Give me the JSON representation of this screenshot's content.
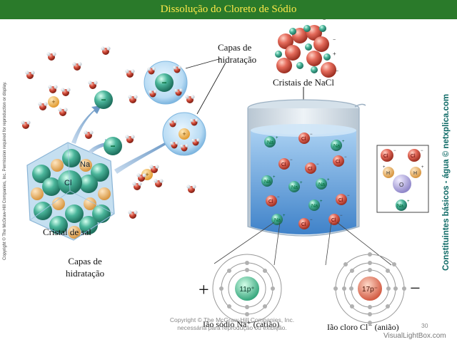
{
  "title": "Dissolução do Cloreto de Sódio",
  "labels": {
    "hydration_top_line1": "Capas de",
    "hydration_top_line2": "hidratação",
    "hydration_bottom_line1": "Capas de",
    "hydration_bottom_line2": "hidratação",
    "nacl_crystals": "Cristais de NaCl",
    "salt_crystal": "Cristal de sal",
    "sodium_ion": "Ião sódio Na⁺ (catião)",
    "chloride_ion": "Ião cloro Cl⁻ (anião)",
    "crystal_na": "Na",
    "crystal_cl": "Cl",
    "sodium_nucleus": "11p⁺",
    "chloride_nucleus": "17p⁻",
    "plus_sign": "+",
    "minus_sign": "−"
  },
  "ions": {
    "na": "Na",
    "cl": "Cl",
    "plus": "+",
    "minus": "−",
    "h": "H",
    "o": "O"
  },
  "copyright_vertical": "Copyright © The McGraw-Hill Companies, Inc. Permission required for reproduction or display.",
  "right_vertical": "Constituintes básicos - água © netxplica.com",
  "footer": {
    "copyright_line1": "Copyright © The McGraw-Hill Companies, Inc.",
    "copyright_line2": "necessária para reprodução ou exibição.",
    "page_number": "30",
    "watermark": "VisualLightBox.com"
  },
  "colors": {
    "title_bg": "#2a7a2a",
    "title_text": "#ffe94a",
    "sodium": "#3aa88c",
    "chloride": "#d9574a",
    "water_oxygen": "#c94a3a",
    "beaker_water": "#5a9ad8",
    "accent_text": "#0e6a66"
  }
}
